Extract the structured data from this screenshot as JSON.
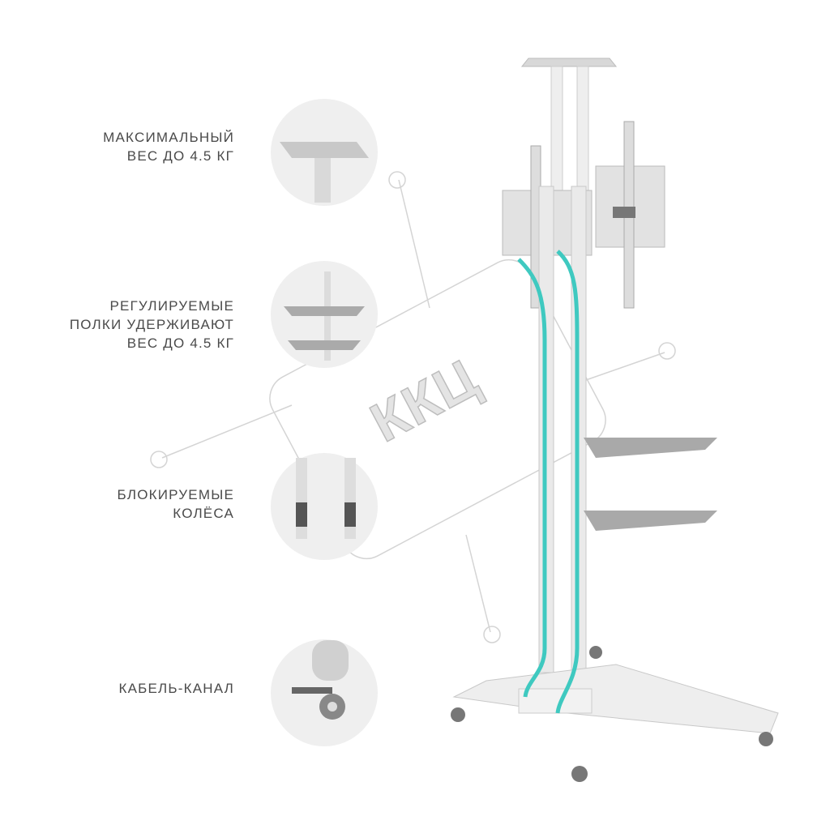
{
  "features": [
    {
      "lines": [
        "МАКСИМАЛЬНЫЙ",
        "ВЕС ДО 4.5 КГ"
      ]
    },
    {
      "lines": [
        "РЕГУЛИРУЕМЫЕ",
        "ПОЛКИ УДЕРЖИВАЮТ",
        "ВЕС ДО 4.5 КГ"
      ]
    },
    {
      "lines": [
        "БЛОКИРУЕМЫЕ",
        "КОЛЁСА"
      ]
    },
    {
      "lines": [
        "КАБЕЛЬ-КАНАЛ"
      ]
    }
  ],
  "watermark": "ККЦ",
  "colors": {
    "text": "#4a4a4a",
    "cable": "#3fc9c0",
    "metal": "#e6e6e6",
    "detail_circle": "#efefef"
  }
}
